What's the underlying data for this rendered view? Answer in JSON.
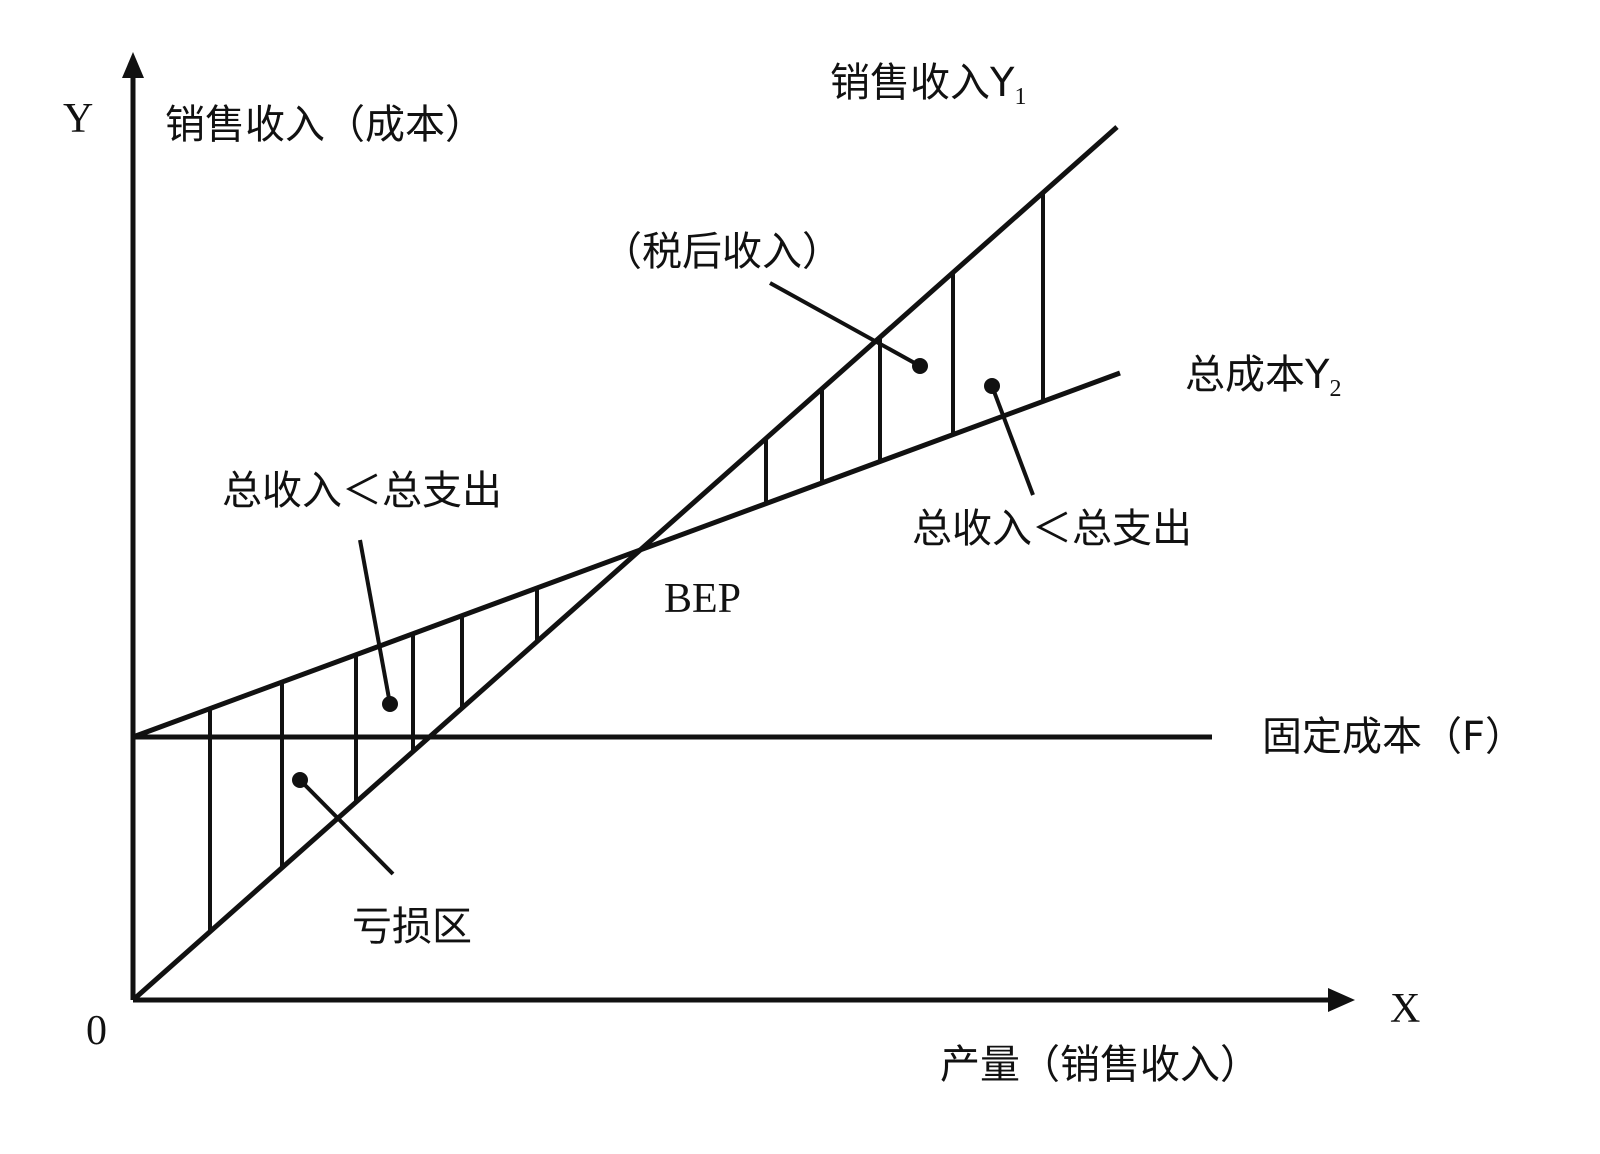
{
  "labels": {
    "y_axis": "Y",
    "y_axis_title": "销售收入（成本）",
    "x_axis": "X",
    "x_axis_title": "产量（销售收入）",
    "origin": "0",
    "revenue_line": "销售收入Y",
    "revenue_sub": "1",
    "cost_line": "总成本Y",
    "cost_sub": "2",
    "fixed_cost": "固定成本（F）",
    "bep": "BEP",
    "after_tax": "（税后收入）",
    "loss_note": "总收入＜总支出",
    "profit_note": "总收入＜总支出",
    "loss_area": "亏损区"
  },
  "colors": {
    "line": "#111111",
    "background": "#ffffff"
  }
}
